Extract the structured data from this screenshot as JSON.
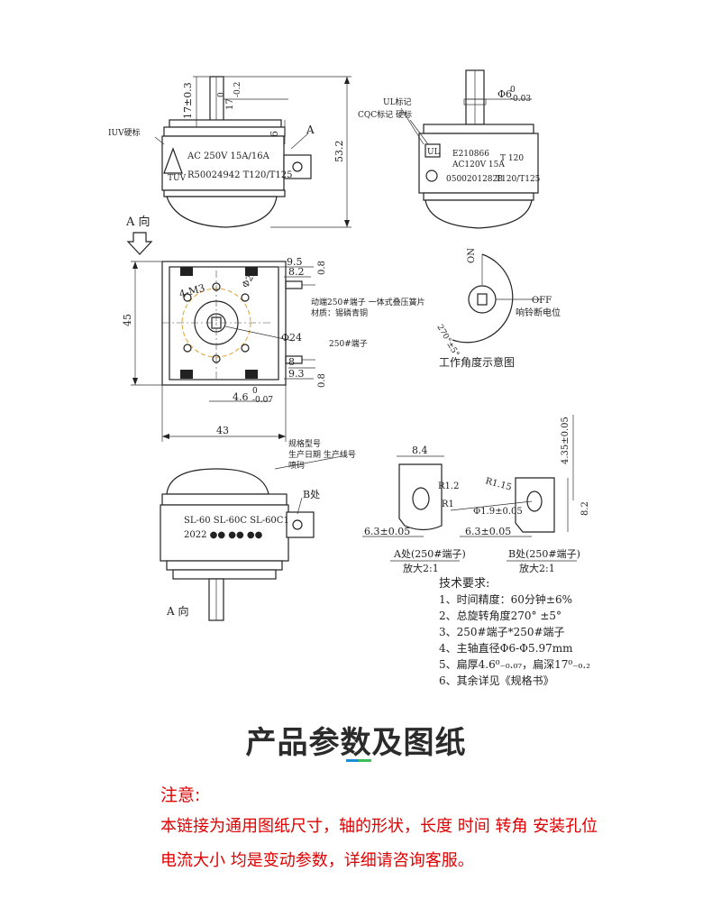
{
  "colors": {
    "accent_left": "#1a8fd6",
    "accent_right": "#3cbf5a",
    "note_red": "#e00000"
  },
  "drawing": {
    "top_left": {
      "dim_17_3": "17±0.3",
      "dim_17_tol": "17",
      "dim_17_tol_sub": "0",
      "dim_17_tol_sub2": "-0.2",
      "dim_6": "6",
      "dim_532": "53.2",
      "label_A": "A",
      "iuv_label": "IUV硬标",
      "rating": "AC 250V 15A/16A",
      "model": "R50024942 T120/T125",
      "tuv": "TÜV"
    },
    "top_right": {
      "ul_label": "UL标记",
      "cqc_label": "CQC标记 硬标",
      "phi6": "Φ6",
      "phi6_sup": "0",
      "phi6_sub": "-0.03",
      "e_code": "E210866",
      "t120": "T 120",
      "ac120": "AC120V 15A",
      "code": "05002012828",
      "temp": "T120/T125"
    },
    "middle_left": {
      "a_view": "A 向",
      "dim_95": "9.5",
      "dim_82": "8.2",
      "dim_08a": "0.8",
      "dim_45": "45",
      "dim_phi22": "Φ2.2",
      "label_4m3": "4-M3",
      "dim_phi24": "Φ24",
      "dim_8": "8",
      "dim_93": "9.3",
      "dim_08b": "0.8",
      "dim_46": "4.6",
      "dim_46_sup": "0",
      "dim_46_sub": "-0.07",
      "dim_43": "43",
      "note_terminal1": "动端250#端子 一体式叠压簧片",
      "note_material": "材质：锡磷青铜",
      "note_terminal2": "250#端子"
    },
    "angle": {
      "on": "ON",
      "off": "OFF",
      "off_note": "响铃断电位",
      "deg": "270°±5°",
      "caption": "工作角度示意图"
    },
    "bottom_left": {
      "spec1": "规格型号",
      "spec2": "生产日期 生产线号",
      "spec3": "喷码",
      "b_label": "B处",
      "models": "SL-60 SL-60C SL-60C1",
      "year": "2022 ●● ●● ●●",
      "a_view": "A 向"
    },
    "detail_a": {
      "dim_84": "8.4",
      "r12": "R1.2",
      "r1": "R1",
      "dim_63": "6.3±0.05",
      "caption": "A处(250#端子)",
      "scale": "放大2:1"
    },
    "detail_b": {
      "r115": "R1.15",
      "phi19": "Φ1.9±0.05",
      "dim_435": "4.35±0.05",
      "dim_82": "8.2",
      "dim_63": "6.3±0.05",
      "caption": "B处(250#端子)",
      "scale": "放大2:1"
    },
    "tech": {
      "title": "技术要求:",
      "items": [
        "1、时间精度：60分钟±6%",
        "2、总旋转角度270° ±5°",
        "3、250#端子*250#端子",
        "4、主轴直径Φ6-Φ5.97mm",
        "5、扁厚4.6⁰₋₀.₀₇，扁深17⁰₋₀.₂",
        "6、其余详见《规格书》"
      ]
    }
  },
  "section_title": "产品参数及图纸",
  "note": {
    "heading": "注意:",
    "body": "本链接为通用图纸尺寸，轴的形状，长度 时间 转角 安装孔位 电流大小 均是变动参数，详细请咨询客服。"
  }
}
